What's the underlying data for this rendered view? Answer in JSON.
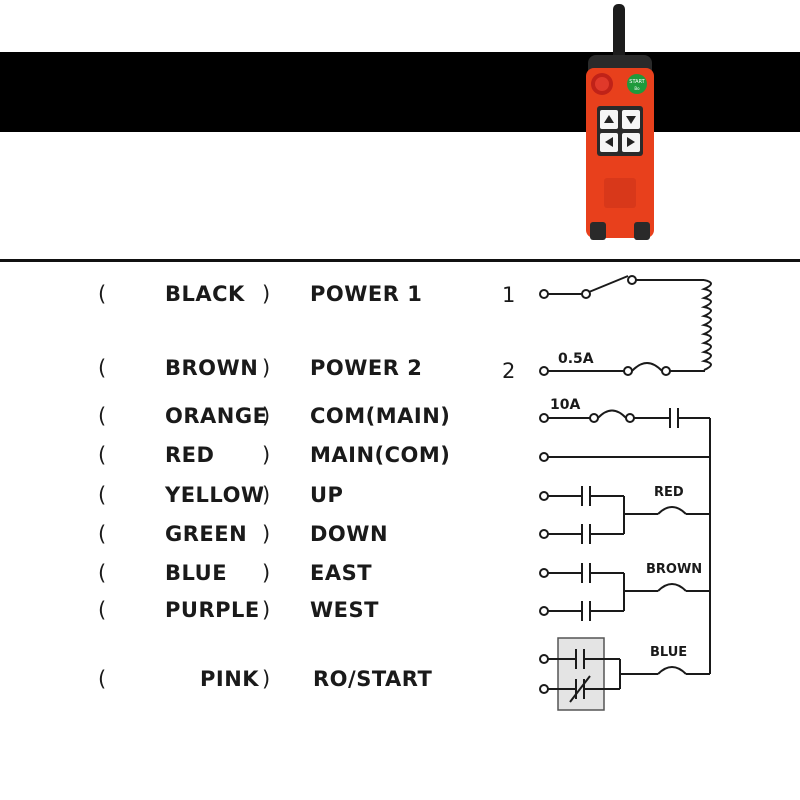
{
  "colors": {
    "band": "#000000",
    "remote_body": "#e8401c",
    "remote_dark": "#2a2a2a",
    "estop": "#d42a1e",
    "start_button": "#1f9a3c",
    "wire": "#1a1a1a"
  },
  "remote": {
    "start_label": "START",
    "start_sublabel": "Bo"
  },
  "wiring": {
    "rows": [
      {
        "open": "(",
        "color": "BLACK",
        "close": ")",
        "function": "POWER 1"
      },
      {
        "open": "(",
        "color": "BROWN",
        "close": ")",
        "function": "POWER 2"
      },
      {
        "open": "(",
        "color": "ORANGE",
        "close": ")",
        "function": "COM(MAIN)"
      },
      {
        "open": "(",
        "color": "RED",
        "close": ")",
        "function": "MAIN(COM)"
      },
      {
        "open": "(",
        "color": "YELLOW",
        "close": ")",
        "function": "UP"
      },
      {
        "open": "(",
        "color": "GREEN",
        "close": ")",
        "function": "DOWN"
      },
      {
        "open": "(",
        "color": "BLUE",
        "close": ")",
        "function": "EAST"
      },
      {
        "open": "(",
        "color": "PURPLE",
        "close": ")",
        "function": "WEST"
      },
      {
        "open": "(",
        "color": "PINK",
        "close": ")",
        "function": "RO/START"
      }
    ]
  },
  "schematic": {
    "terminal_1": "1",
    "terminal_2": "2",
    "fuse_small": "0.5A",
    "fuse_large": "10A",
    "coil_red": "RED",
    "coil_brown": "BROWN",
    "coil_blue": "BLUE"
  }
}
